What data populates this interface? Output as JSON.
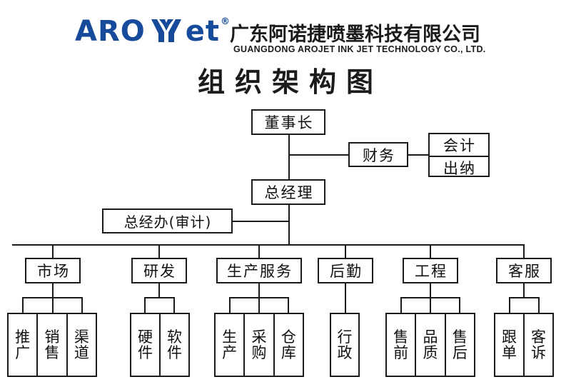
{
  "header": {
    "logo_text_left": "ARO",
    "logo_text_right": "et",
    "registered_mark": "®",
    "logo_icon": "arojet-leaf-mark",
    "company_cn": "广东阿诺捷喷墨科技有限公司",
    "company_en": "GUANGDONG AROJET INK JET TECHNOLOGY CO., LTD.",
    "brand_color": "#164a9a",
    "text_color": "#1b1b1b"
  },
  "title": "组织架构图",
  "chart_data": {
    "type": "diagram",
    "diagram_type": "organization-chart",
    "line_color": "#1a1a1a",
    "nodes": {
      "chairman": "董事长",
      "finance": "财务",
      "finance_children": [
        "会计",
        "出纳"
      ],
      "general_manager": "总经理",
      "gm_office": "总经办(审计)"
    },
    "departments": [
      {
        "id": "market",
        "label": "市场",
        "children": [
          "推广",
          "销售",
          "渠道"
        ]
      },
      {
        "id": "rnd",
        "label": "研发",
        "children": [
          "硬件",
          "软件"
        ]
      },
      {
        "id": "production",
        "label": "生产服务",
        "children": [
          "生产",
          "采购",
          "仓库"
        ]
      },
      {
        "id": "logistics",
        "label": "后勤",
        "children": [
          "行政"
        ]
      },
      {
        "id": "engineering",
        "label": "工程",
        "children": [
          "售前",
          "品质",
          "售后"
        ]
      },
      {
        "id": "service",
        "label": "客服",
        "children": [
          "跟单",
          "客诉"
        ]
      }
    ]
  }
}
